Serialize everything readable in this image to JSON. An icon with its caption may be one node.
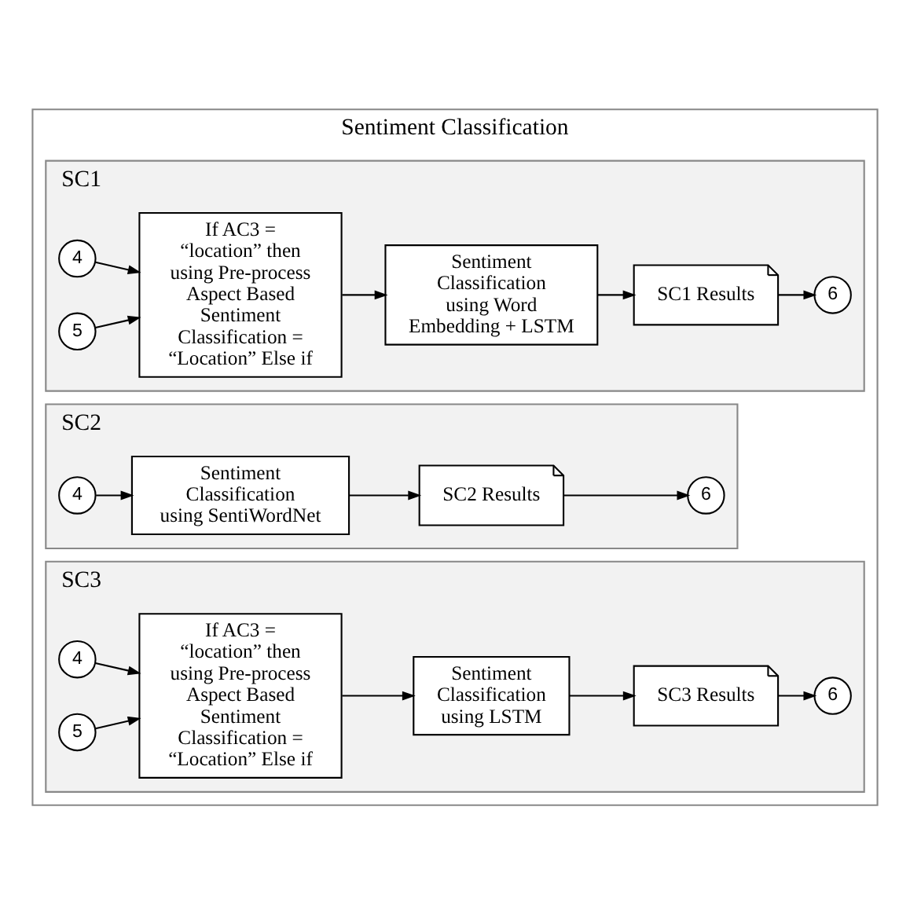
{
  "diagram": {
    "nodes": [
      {
        "text": [
          "Sentiment Classification"
        ]
      },
      {
        "text": [
          "SC1"
        ],
        "in": 0
      },
      {
        "text": [
          "4"
        ],
        "in": 1
      },
      {
        "text": [
          "5"
        ],
        "in": 1
      },
      {
        "text": [
          "If AC3 = “location” then using Pre-process Aspect Based Sentiment Classification = “Location” Else if"
        ],
        "in": 1
      },
      {
        "text": [
          "Sentiment Classification using Word Embedding + LSTM"
        ],
        "in": 1
      },
      {
        "text": [
          "SC1 Results"
        ],
        "in": 1
      },
      {
        "text": [
          "6"
        ],
        "in": 1
      },
      {
        "text": [
          "SC2"
        ],
        "in": 0
      },
      {
        "text": [
          "4"
        ],
        "in": 8
      },
      {
        "text": [
          "Sentiment Classification using SentiWordNet"
        ],
        "in": 8
      },
      {
        "text": [
          "SC2 Results"
        ],
        "in": 8
      },
      {
        "text": [
          "6"
        ],
        "in": 8
      },
      {
        "text": [
          "SC3"
        ],
        "in": 0
      },
      {
        "text": [
          "4"
        ],
        "in": 13
      },
      {
        "text": [
          "5"
        ],
        "in": 13
      },
      {
        "text": [
          "If AC3 = “location” then using Pre-process Aspect Based Sentiment Classification = “Location” Else if"
        ],
        "in": 13
      },
      {
        "text": [
          "Sentiment Classification using LSTM"
        ],
        "in": 13
      },
      {
        "text": [
          "SC3 Results"
        ],
        "in": 13
      },
      {
        "text": [
          "6"
        ],
        "in": 13
      }
    ],
    "edges": [
      {
        "from": 2,
        "to": 4,
        "arrow": "to"
      },
      {
        "from": 3,
        "to": 4,
        "arrow": "to"
      },
      {
        "from": 4,
        "to": 5,
        "arrow": "to"
      },
      {
        "from": 5,
        "to": 6,
        "arrow": "to"
      },
      {
        "from": 6,
        "to": 7,
        "arrow": "to"
      },
      {
        "from": 9,
        "to": 10,
        "arrow": "to"
      },
      {
        "from": 10,
        "to": 11,
        "arrow": "to"
      },
      {
        "from": 11,
        "to": 12,
        "arrow": "to"
      },
      {
        "from": 14,
        "to": 16,
        "arrow": "to"
      },
      {
        "from": 15,
        "to": 16,
        "arrow": "to"
      },
      {
        "from": 16,
        "to": 17,
        "arrow": "to"
      },
      {
        "from": 17,
        "to": 18,
        "arrow": "to"
      },
      {
        "from": 18,
        "to": 19,
        "arrow": "to"
      }
    ]
  }
}
